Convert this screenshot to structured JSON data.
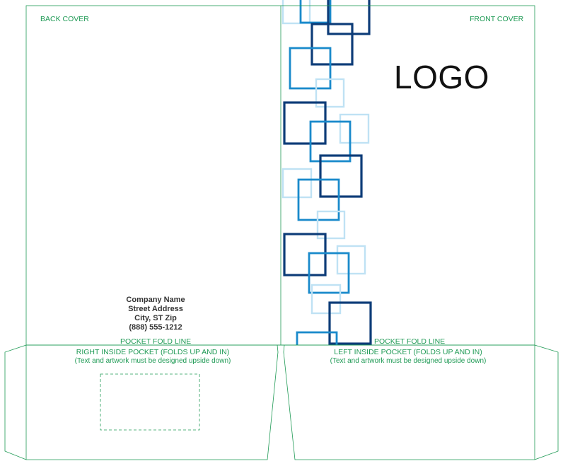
{
  "labels": {
    "back_cover": "BACK COVER",
    "front_cover": "FRONT COVER",
    "pocket_fold_line": "POCKET FOLD LINE",
    "right_inside_pocket": "RIGHT INSIDE POCKET (FOLDS UP AND IN)",
    "left_inside_pocket": "LEFT INSIDE POCKET (FOLDS UP AND IN)",
    "upside_down_note": "(Text and artwork must be designed upside down)"
  },
  "address": {
    "company": "Company Name",
    "street": "Street Address",
    "city": "City, ST Zip",
    "phone": "(888) 555-1212"
  },
  "logo": "LOGO",
  "colors": {
    "guide_green": "#1f9a55",
    "square_navy": "#0d3c78",
    "square_blue": "#1a8acb",
    "square_light": "#bfe2f4"
  }
}
